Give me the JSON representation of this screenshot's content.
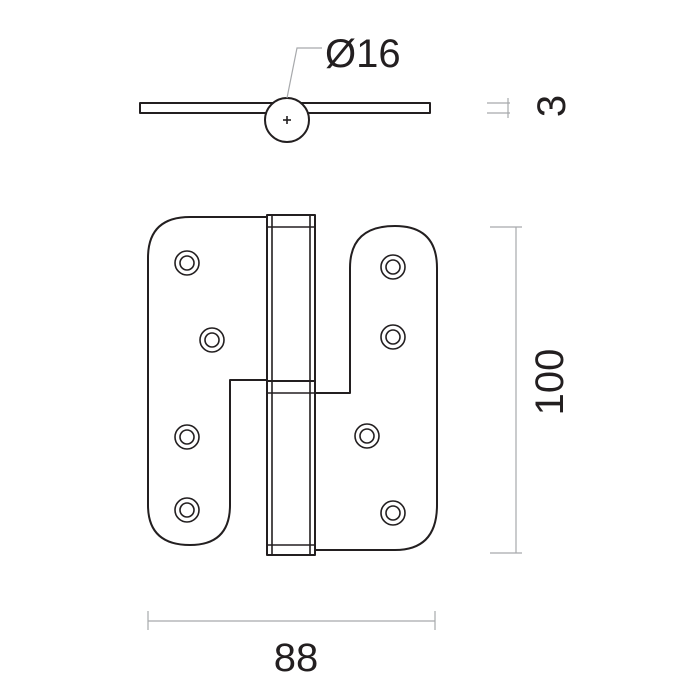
{
  "dimensions": {
    "pin_diameter": "Ø16",
    "leaf_thickness": "3",
    "height": "100",
    "width": "88"
  },
  "colors": {
    "line": "#231f20",
    "dimension_line": "#a7a9ac",
    "background": "#ffffff"
  }
}
